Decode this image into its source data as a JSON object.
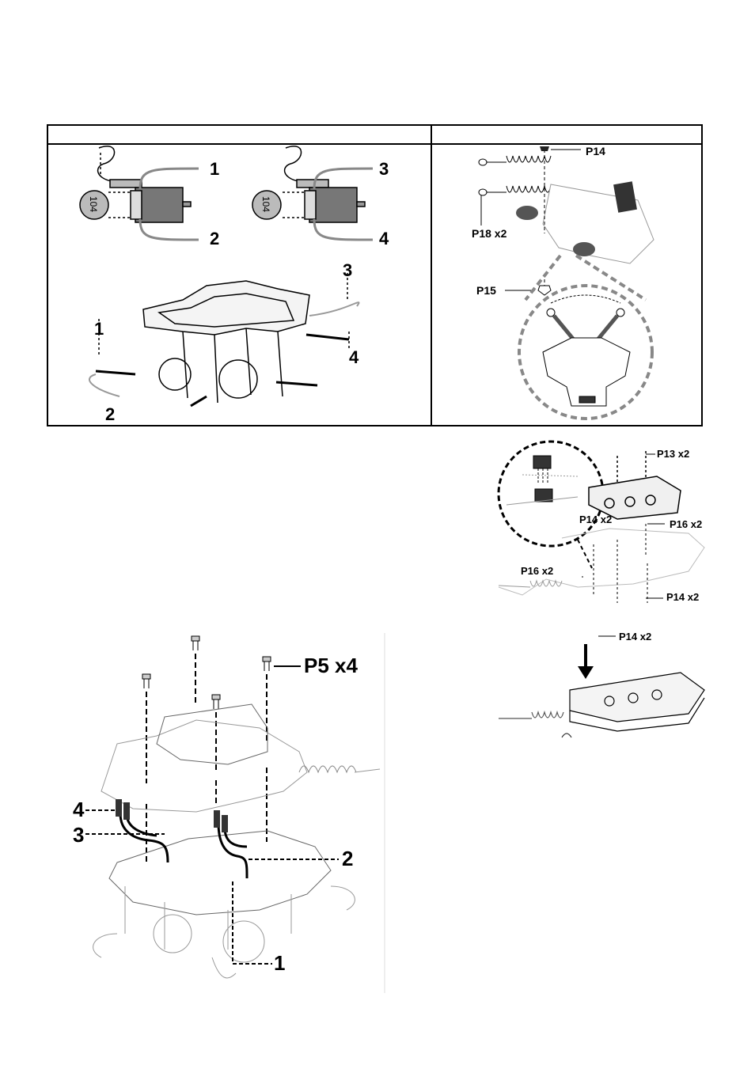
{
  "top_left_panel": {
    "motor_badge_1": "104",
    "motor_badge_2": "104",
    "wire_labels": [
      "1",
      "2",
      "3",
      "4"
    ],
    "chassis_labels": [
      "3",
      "1",
      "4",
      "2"
    ]
  },
  "top_right_panel": {
    "p14": "P14",
    "p18": "P18 x2",
    "p15": "P15"
  },
  "right_assembly": {
    "p13": "P13 x2",
    "p14_a": "P14 x2",
    "p16_a": "P16 x2",
    "p16_b": "P16 x2",
    "p14_b": "P14 x2",
    "p14_c": "P14 x2"
  },
  "bottom_assembly": {
    "p5": "P5 x4",
    "wire_labels": [
      "4",
      "3",
      "2",
      "1"
    ]
  }
}
